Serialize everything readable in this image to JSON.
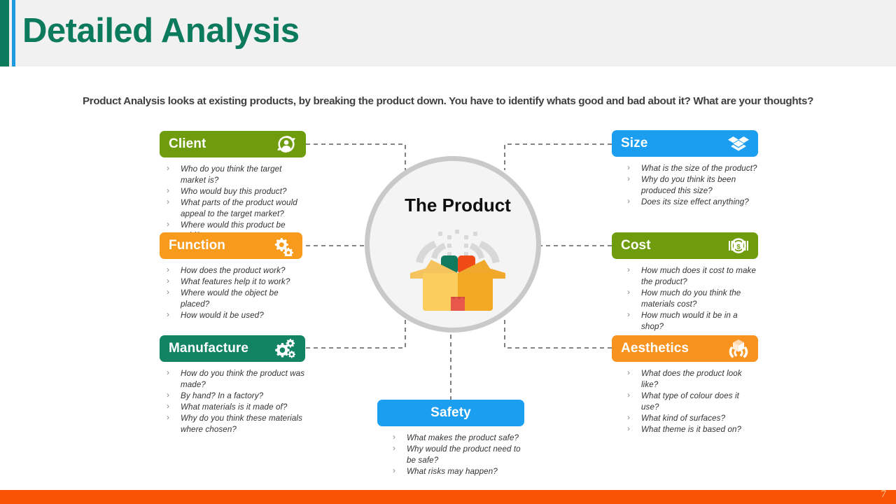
{
  "header": {
    "title": "Detailed Analysis",
    "accent_teal": "#0b7a5d",
    "accent_blue": "#1e9ae0",
    "band_color": "#f1f1f1",
    "title_color": "#0c7a5c"
  },
  "subtitle": "Product Analysis looks at existing products, by breaking the product down. You have to identify whats good and bad about it? What are your thoughts?",
  "center": {
    "label": "The Product",
    "circle_fill": "#f4f4f4",
    "circle_border": "#c9c9c9",
    "icon": "open-cardboard-box-icon"
  },
  "topics": [
    {
      "id": "client",
      "title": "Client",
      "color": "#6f9c0c",
      "icon": "user-refresh-icon",
      "bullets": [
        "Who do you think the target market is?",
        "Who would buy this product?",
        "What parts of the product would  appeal to the target market?",
        "Where would this product be sold?"
      ]
    },
    {
      "id": "function",
      "title": "Function",
      "color": "#f89a1c",
      "icon": "gears-icon",
      "bullets": [
        "How does the product work?",
        "What features help it to work?",
        "Where would the object be placed?",
        "How would  it be used?"
      ]
    },
    {
      "id": "manufacture",
      "title": "Manufacture",
      "color": "#128463",
      "icon": "gear-cluster-icon",
      "bullets": [
        "How do you think the product was made?",
        "By hand? In a factory?",
        "What materials is it made of?",
        "Why do you think these materials where chosen?"
      ]
    },
    {
      "id": "size",
      "title": "Size",
      "color": "#1b9df0",
      "icon": "dropbox-diamond-icon",
      "bullets": [
        "What is the size of the product?",
        "Why do you think its been produced this size?",
        "Does its size effect anything?"
      ]
    },
    {
      "id": "cost",
      "title": "Cost",
      "color": "#6f9c0c",
      "icon": "money-coin-icon",
      "bullets": [
        "How much does it cost to make the product?",
        "How much do you think the materials cost?",
        "How much would  it be in a shop?"
      ]
    },
    {
      "id": "aesthetics",
      "title": "Aesthetics",
      "color": "#f89320",
      "icon": "hands-holding-box-icon",
      "bullets": [
        "What does the product look like?",
        "What type of colour does it use?",
        "What kind of surfaces?",
        "What theme is it based on?"
      ]
    },
    {
      "id": "safety",
      "title": "Safety",
      "color": "#1b9df0",
      "icon": "none",
      "bullets": [
        "What makes the product safe?",
        "Why would  the product need to be safe?",
        "What risks may happen?"
      ]
    }
  ],
  "footer": {
    "bar_color": "#f95306",
    "page_number": "7"
  }
}
